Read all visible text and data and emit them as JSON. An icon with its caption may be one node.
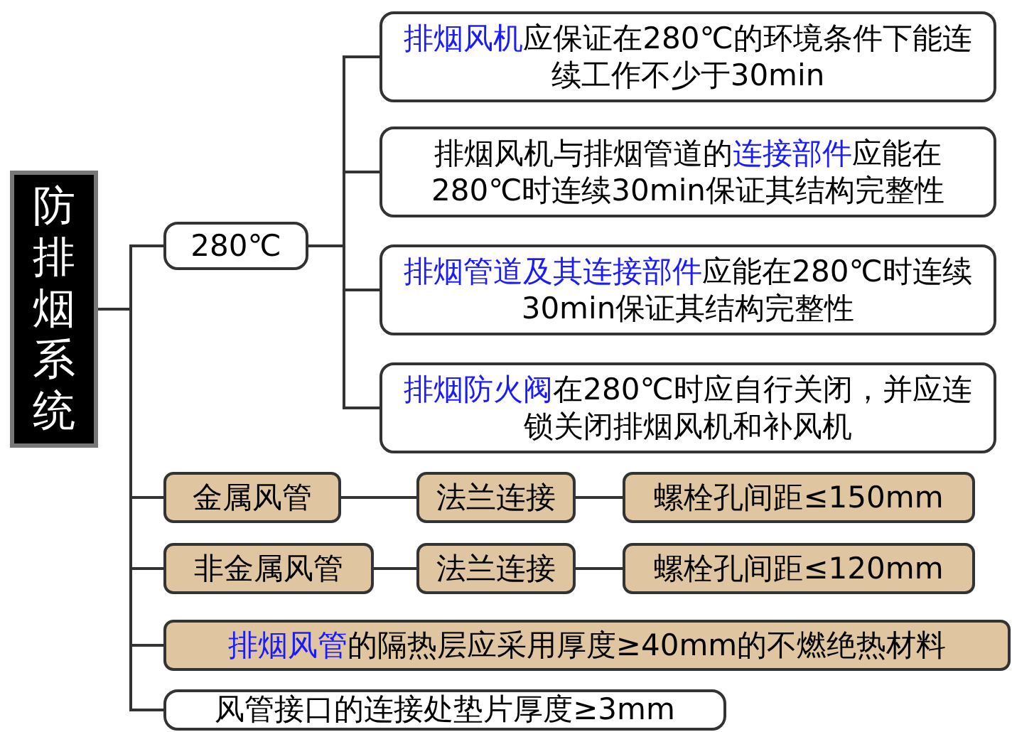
{
  "diagram": {
    "nodes": [
      {
        "text": [
          "防排烟系统"
        ]
      },
      {
        "text": [
          "280℃"
        ]
      },
      {
        "text": [
          "**排烟风机**应保证在280℃的环境条件下能连续工作不少于30min"
        ]
      },
      {
        "text": [
          "排烟风机与排烟管道的**连接部件**应能在280℃时连续30min保证其结构完整性"
        ]
      },
      {
        "text": [
          "**排烟管道及其连接部件**应能在280℃时连续30min保证其结构完整性"
        ]
      },
      {
        "text": [
          "**排烟防火阀**在280℃时应自行关闭，并应连锁关闭排烟风机和补风机"
        ]
      },
      {
        "text": [
          "金属风管"
        ]
      },
      {
        "text": [
          "法兰连接"
        ]
      },
      {
        "text": [
          "螺栓孔间距≤150mm"
        ]
      },
      {
        "text": [
          "非金属风管"
        ]
      },
      {
        "text": [
          "法兰连接"
        ]
      },
      {
        "text": [
          "螺栓孔间距≤120mm"
        ]
      },
      {
        "text": [
          "**排烟风管**的隔热层应采用厚度≥40mm的不燃绝热材料"
        ]
      },
      {
        "text": [
          "风管接口的连接处垫片厚度≥3mm"
        ]
      }
    ],
    "edges": [
      {
        "from": 0,
        "to": 1,
        "arrow": "none"
      },
      {
        "from": 0,
        "to": 6,
        "arrow": "none"
      },
      {
        "from": 0,
        "to": 9,
        "arrow": "none"
      },
      {
        "from": 0,
        "to": 12,
        "arrow": "none"
      },
      {
        "from": 0,
        "to": 13,
        "arrow": "none"
      },
      {
        "from": 1,
        "to": 2,
        "arrow": "none"
      },
      {
        "from": 1,
        "to": 3,
        "arrow": "none"
      },
      {
        "from": 1,
        "to": 4,
        "arrow": "none"
      },
      {
        "from": 1,
        "to": 5,
        "arrow": "none"
      },
      {
        "from": 6,
        "to": 7,
        "arrow": "none"
      },
      {
        "from": 7,
        "to": 8,
        "arrow": "none"
      },
      {
        "from": 9,
        "to": 10,
        "arrow": "none"
      },
      {
        "from": 10,
        "to": 11,
        "arrow": "none"
      }
    ]
  }
}
